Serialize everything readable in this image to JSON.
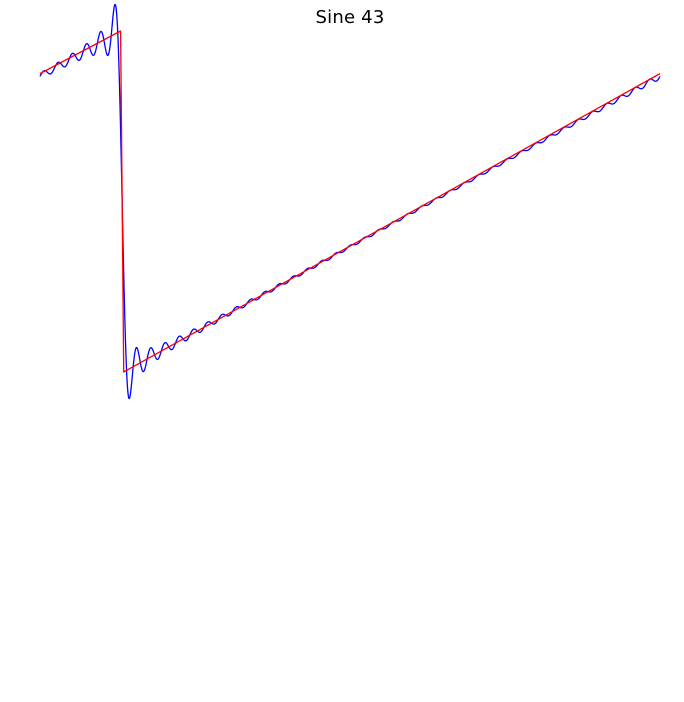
{
  "chart_data": {
    "type": "line",
    "title": "Sine 43",
    "xlabel": "",
    "ylabel": "",
    "grid": false,
    "axes_visible": false,
    "xlim": [
      0,
      1
    ],
    "ylim": [
      -1.1,
      1.05
    ],
    "series": [
      {
        "role": "sawtooth",
        "color": "#ff0000",
        "points": [
          [
            0.0,
            0.75
          ],
          [
            0.13,
            1.0
          ],
          [
            0.135,
            -1.0
          ],
          [
            1.0,
            0.75
          ]
        ]
      },
      {
        "role": "harmonic-approximation",
        "color": "#0000ff",
        "harmonics": 43,
        "period": 1.0,
        "phase": 0.1325,
        "amplitude": 1.0,
        "samples": 1400
      }
    ]
  }
}
